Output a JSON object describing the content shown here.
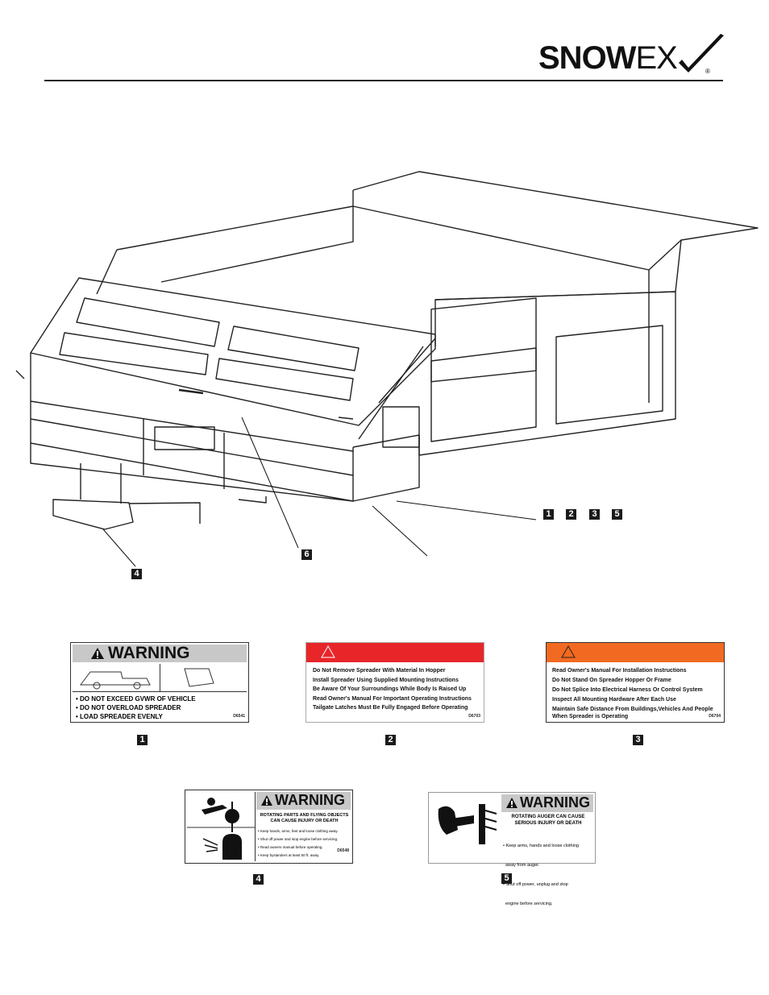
{
  "brand": {
    "name_big": "SNOW",
    "name_ex": "EX",
    "registered": "®"
  },
  "callouts": {
    "group": [
      "1",
      "2",
      "3",
      "5"
    ],
    "front": "6",
    "controller": "4"
  },
  "decals": {
    "d1": {
      "number": "1",
      "header": "WARNING",
      "items": [
        "• DO NOT EXCEED GVWR OF VEHICLE",
        "• DO NOT OVERLOAD SPREADER",
        "• LOAD SPREADER EVENLY"
      ],
      "code": "D6541"
    },
    "d2": {
      "number": "2",
      "color": "#e8262a",
      "items": [
        "Do Not Remove Spreader With Material In Hopper",
        "Install Spreader Using Supplied Mounting Instructions",
        "Be Aware Of Your Surroundings While Body Is Raised Up",
        "Read Owner's Manual For Important Operating Instructions",
        "Tailgate Latches Must Be Fully Engaged Before Operating"
      ],
      "code": "D6703"
    },
    "d3": {
      "number": "3",
      "color": "#f26a21",
      "items": [
        "Read Owner's Manual For Installation Instructions",
        "Do Not Stand On Spreader Hopper Or Frame",
        "Do Not Splice Into Electrical Harness Or Control System",
        "Inspect All Mounting Hardware After Each Use",
        "Maintain Safe Distance From Buildings,Vehicles And People",
        "When Spreader is Operating"
      ],
      "code": "D6704"
    },
    "d4": {
      "number": "4",
      "header": "WARNING",
      "subheader": [
        "ROTATING PARTS AND FLYING OBJECTS",
        "CAN CAUSE INJURY OR DEATH"
      ],
      "items": [
        "• Keep hands, arms, feet and loose clothing away.",
        "• Shut off power and stop engine before servicing.",
        "• Read owners manual before operating.",
        "• Keep bystanders at least 50 ft. away."
      ],
      "code": "D6548"
    },
    "d5": {
      "number": "5",
      "header": "WARNING",
      "subheader": [
        "ROTATING AUGER CAN CAUSE",
        "SERIOUS INJURY OR DEATH"
      ],
      "items": [
        "• Keep arms, hands and loose clothing",
        "  away from auger.",
        "• Shut off power, unplug and stop",
        "  engine before servicing."
      ]
    }
  }
}
